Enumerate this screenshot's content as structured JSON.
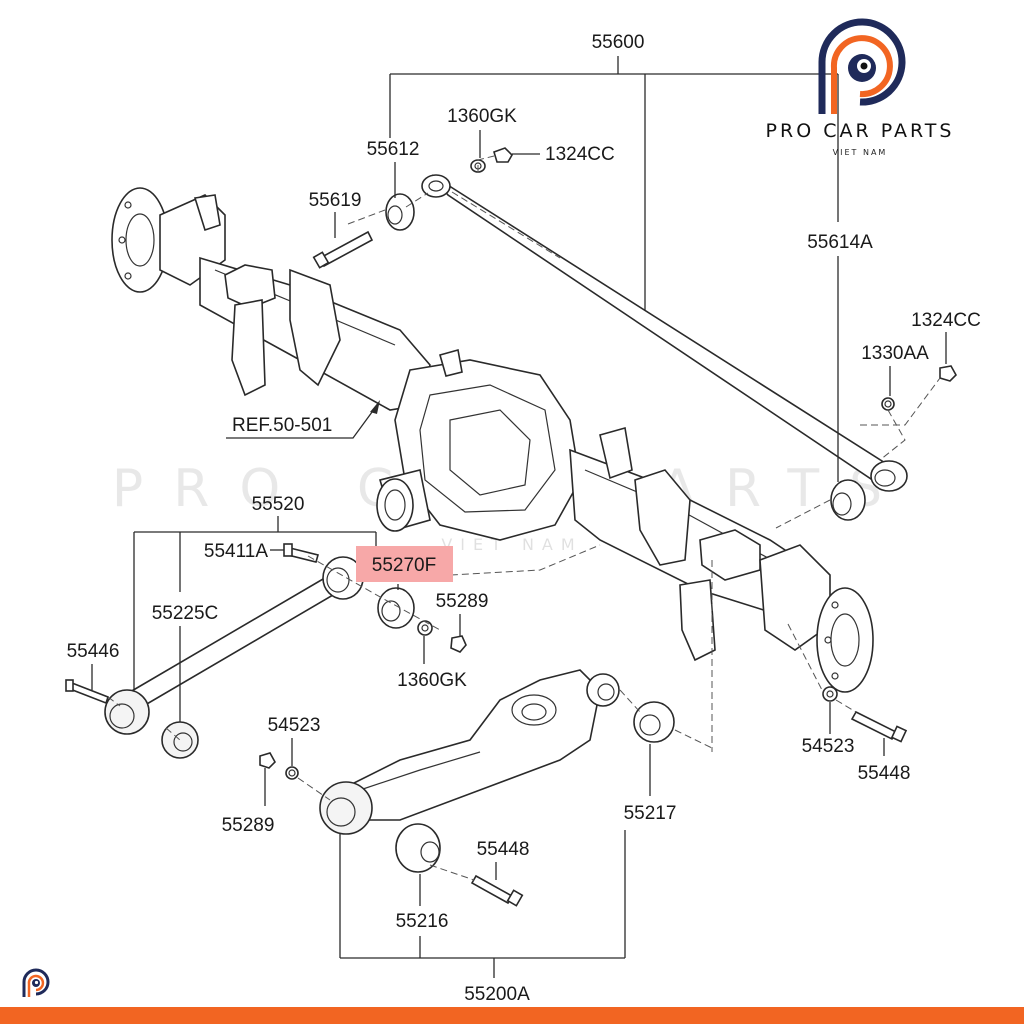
{
  "brand": {
    "name": "PRO CAR PARTS",
    "sub": "VIET NAM",
    "watermark": "PRO CAR PARTS",
    "watermark_sub": "VIET NAM",
    "colors": {
      "orange": "#f26522",
      "navy": "#1f2a5a",
      "highlight": "#f7a8a8"
    }
  },
  "labels": {
    "p55600": "55600",
    "p1360GK_top": "1360GK",
    "p55612": "55612",
    "p1324CC_top": "1324CC",
    "p55619": "55619",
    "p55614A": "55614A",
    "p1324CC_right": "1324CC",
    "p1330AA": "1330AA",
    "ref": "REF.50-501",
    "p55520": "55520",
    "p55411A": "55411A",
    "p55270F": "55270F",
    "p55289_top": "55289",
    "p55225C": "55225C",
    "p55446": "55446",
    "p1360GK_mid": "1360GK",
    "p54523_left": "54523",
    "p55289_bottom": "55289",
    "p54523_right": "54523",
    "p55448_right": "55448",
    "p55217": "55217",
    "p55448_bottom": "55448",
    "p55216": "55216",
    "p55200A": "55200A"
  }
}
